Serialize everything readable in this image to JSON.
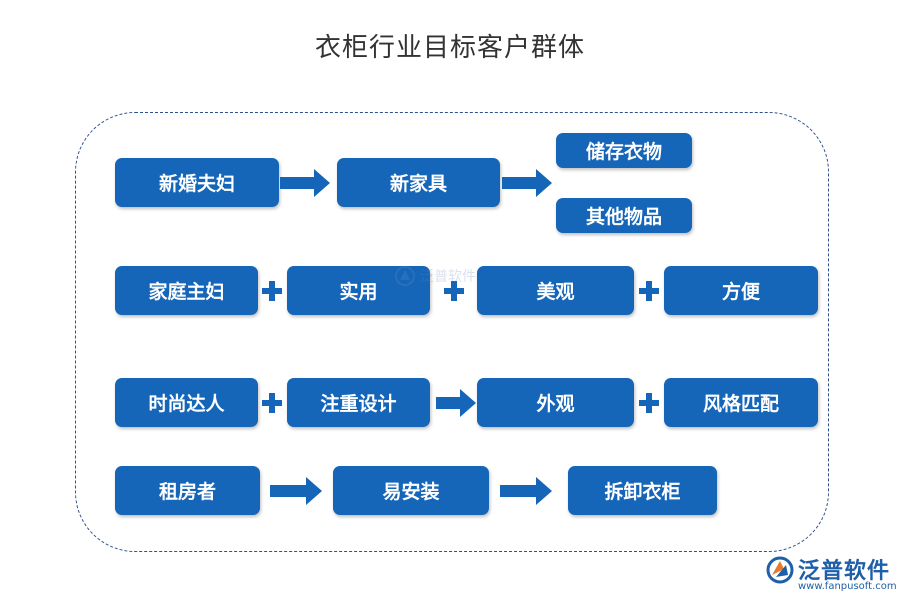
{
  "title": "衣柜行业目标客户群体",
  "colors": {
    "box": "#1565b8",
    "arrow": "#1565b8",
    "frame": "#2f4f8f",
    "title": "#333333"
  },
  "rows": {
    "row1": {
      "segment": "新婚夫妇",
      "need": "新家具",
      "use1": "储存衣物",
      "use2": "其他物品"
    },
    "row2": {
      "segment": "家庭主妇",
      "factor1": "实用",
      "factor2": "美观",
      "factor3": "方便"
    },
    "row3": {
      "segment": "时尚达人",
      "factor1": "注重设计",
      "factor2": "外观",
      "factor3": "风格匹配"
    },
    "row4": {
      "segment": "租房者",
      "factor1": "易安装",
      "factor2": "拆卸衣柜"
    }
  },
  "connectors": {
    "arrow_icon": "right-arrow",
    "plus_icon": "plus"
  },
  "watermark": {
    "text": "泛普软件"
  },
  "logo": {
    "name": "泛普软件",
    "url": "www.fanpusoft.com"
  }
}
